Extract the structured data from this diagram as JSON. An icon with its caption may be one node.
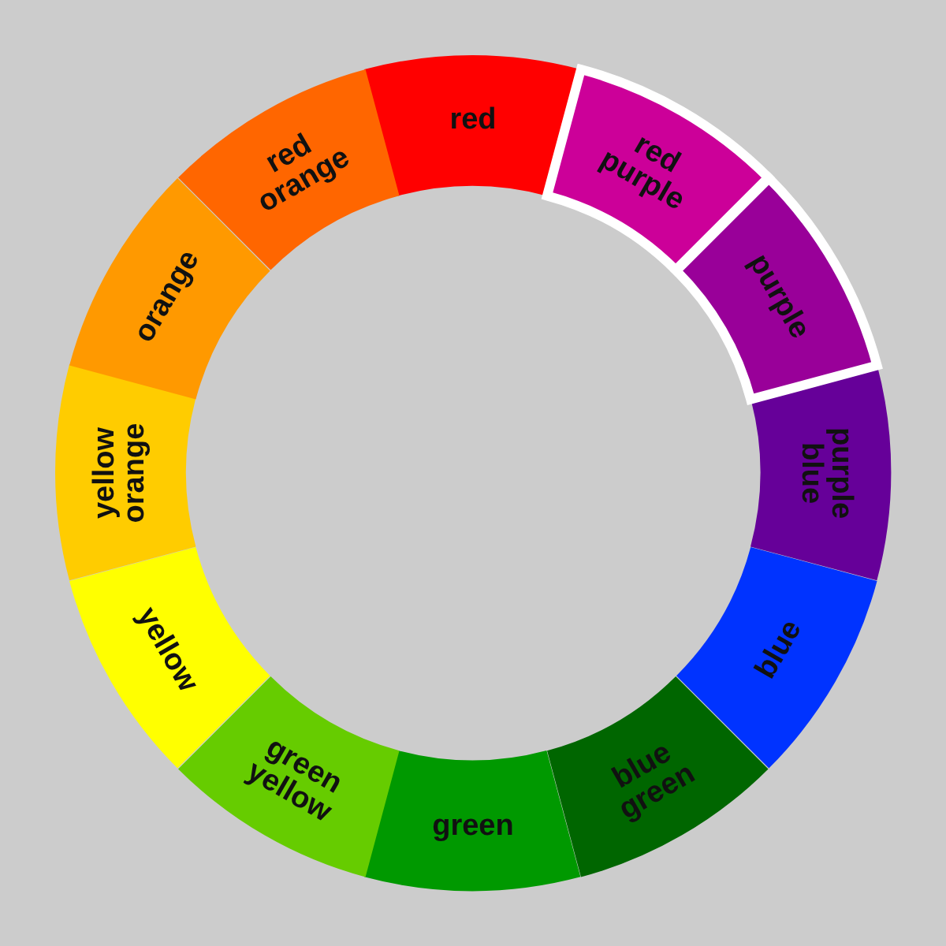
{
  "diagram": {
    "nodes": [
      {
        "text": [
          "red"
        ]
      },
      {
        "text": [
          "red purple"
        ]
      },
      {
        "text": [
          "purple"
        ]
      },
      {
        "text": [
          "purple blue"
        ]
      },
      {
        "text": [
          "blue"
        ]
      },
      {
        "text": [
          "blue green"
        ]
      },
      {
        "text": [
          "green"
        ]
      },
      {
        "text": [
          "green yellow"
        ]
      },
      {
        "text": [
          "yellow"
        ]
      },
      {
        "text": [
          "yellow orange"
        ]
      },
      {
        "text": [
          "orange"
        ]
      },
      {
        "text": [
          "red orange"
        ]
      }
    ],
    "edges": []
  }
}
